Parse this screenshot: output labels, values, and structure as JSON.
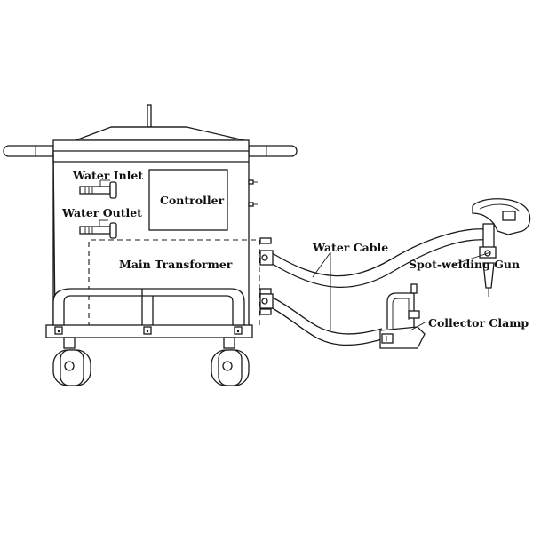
{
  "labels": {
    "water_inlet": "Water Inlet",
    "water_outlet": "Water Outlet",
    "controller": "Controller",
    "main_transformer": "Main Transformer",
    "water_cable": "Water Cable",
    "spot_welding_gun": "Spot-welding Gun",
    "collector_clamp": "Collector Clamp"
  }
}
